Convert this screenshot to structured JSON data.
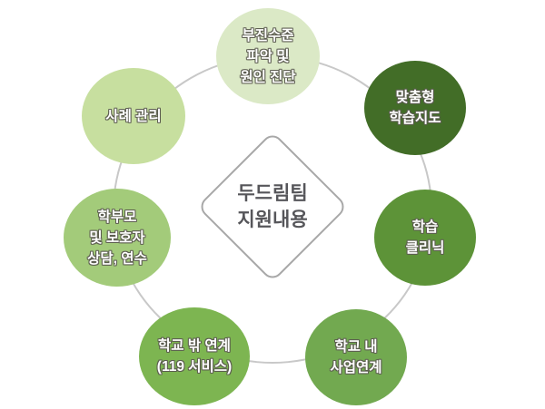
{
  "diagram": {
    "background_color": "#ffffff",
    "ring_color": "#c8c8c8",
    "node_text_color": "#ffffff",
    "center": {
      "lines": [
        "두드림팀",
        "지원내용"
      ],
      "border_color": "#a8a8a8",
      "text_color": "#56565a"
    },
    "nodes": [
      {
        "name": "level-diagnosis",
        "lines": [
          "부진수준",
          "파악 및",
          "원인 진단"
        ],
        "color": "#dbe9c6"
      },
      {
        "name": "custom-learning-guidance",
        "lines": [
          "맞춤형",
          "학습지도"
        ],
        "color": "#426d27"
      },
      {
        "name": "learning-clinic",
        "lines": [
          "학습",
          "클리닉"
        ],
        "color": "#5d9338"
      },
      {
        "name": "in-school-linkage",
        "lines": [
          "학교 내",
          "사업연계"
        ],
        "color": "#72a950"
      },
      {
        "name": "out-of-school-linkage",
        "lines": [
          "학교 밖 연계",
          "(119 서비스)"
        ],
        "color": "#7db551"
      },
      {
        "name": "parent-counseling",
        "lines": [
          "학부모",
          "및 보호자",
          "상담, 연수"
        ],
        "color": "#a3cb7a"
      },
      {
        "name": "case-management",
        "lines": [
          "사례 관리"
        ],
        "color": "#c7df9f"
      }
    ]
  }
}
